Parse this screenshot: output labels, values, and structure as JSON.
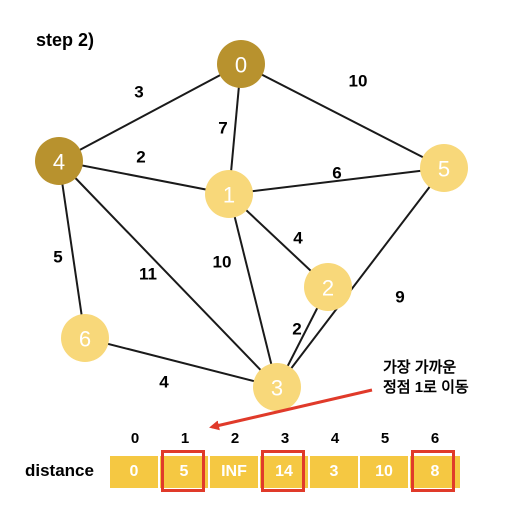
{
  "title": "step 2)",
  "note": {
    "line1": "가장 가까운",
    "line2": "정점 1로 이동"
  },
  "colors": {
    "visited": "#b8922e",
    "unvisited": "#f8d87a",
    "highlight": "#e03a2a",
    "bar": "#f5c842",
    "edge": "#1a1a1a"
  },
  "nodes": [
    {
      "id": "0",
      "label": "0",
      "visited": true
    },
    {
      "id": "1",
      "label": "1",
      "visited": false
    },
    {
      "id": "2",
      "label": "2",
      "visited": false
    },
    {
      "id": "3",
      "label": "3",
      "visited": false
    },
    {
      "id": "4",
      "label": "4",
      "visited": true
    },
    {
      "id": "5",
      "label": "5",
      "visited": false
    },
    {
      "id": "6",
      "label": "6",
      "visited": false
    }
  ],
  "edges": [
    {
      "from": "0",
      "to": "4",
      "weight": "3"
    },
    {
      "from": "0",
      "to": "5",
      "weight": "10"
    },
    {
      "from": "0",
      "to": "1",
      "weight": "7"
    },
    {
      "from": "4",
      "to": "1",
      "weight": "2"
    },
    {
      "from": "1",
      "to": "5",
      "weight": "6"
    },
    {
      "from": "1",
      "to": "2",
      "weight": "4"
    },
    {
      "from": "1",
      "to": "3",
      "weight": "10"
    },
    {
      "from": "4",
      "to": "3",
      "weight": "11"
    },
    {
      "from": "4",
      "to": "6",
      "weight": "5"
    },
    {
      "from": "6",
      "to": "3",
      "weight": "4"
    },
    {
      "from": "2",
      "to": "3",
      "weight": "2"
    },
    {
      "from": "5",
      "to": "3",
      "weight": "9"
    }
  ],
  "distance": {
    "label": "distance",
    "indices": [
      "0",
      "1",
      "2",
      "3",
      "4",
      "5",
      "6"
    ],
    "values": [
      "0",
      "5",
      "INF",
      "14",
      "3",
      "10",
      "8"
    ],
    "highlighted": [
      1,
      3,
      6
    ]
  }
}
